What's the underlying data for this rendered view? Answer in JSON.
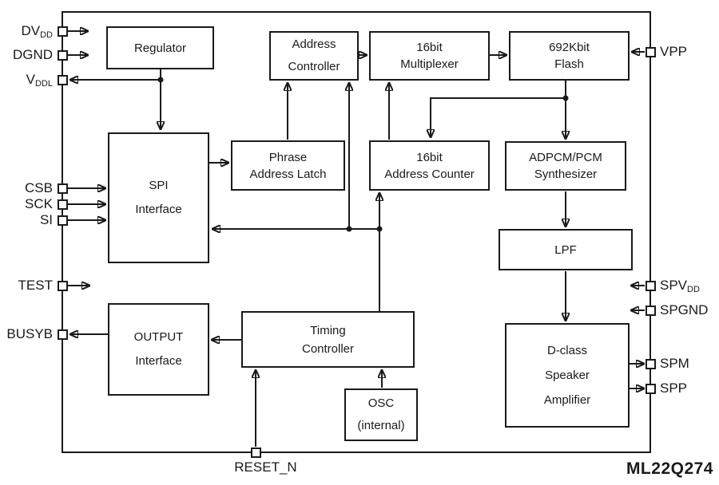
{
  "part_number": "ML22Q274",
  "colors": {
    "ink": "#1a1a1a",
    "background": "#ffffff"
  },
  "blocks": {
    "regulator": [
      "Regulator"
    ],
    "address_controller": [
      "Address",
      "Controller"
    ],
    "multiplexer_16bit": [
      "16bit",
      "Multiplexer"
    ],
    "flash_692kbit": [
      "692Kbit",
      "Flash"
    ],
    "spi_interface": [
      "SPI",
      "Interface"
    ],
    "phrase_address_latch": [
      "Phrase",
      "Address Latch"
    ],
    "address_counter_16bit": [
      "16bit",
      "Address Counter"
    ],
    "adpcm_pcm_synthesizer": [
      "ADPCM/PCM",
      "Synthesizer"
    ],
    "lpf": [
      "LPF"
    ],
    "output_interface": [
      "OUTPUT",
      "Interface"
    ],
    "timing_controller": [
      "Timing",
      "Controller"
    ],
    "osc_internal": [
      "OSC",
      "(internal)"
    ],
    "dclass_speaker_amplifier": [
      "D-class",
      "Speaker",
      "Amplifier"
    ]
  },
  "pins": {
    "dvdd": {
      "main": "DV",
      "sub": "DD"
    },
    "dgnd": {
      "main": "DGND",
      "sub": ""
    },
    "vddl": {
      "main": "V",
      "sub": "DDL"
    },
    "csb": {
      "main": "CSB",
      "sub": ""
    },
    "sck": {
      "main": "SCK",
      "sub": ""
    },
    "si": {
      "main": "SI",
      "sub": ""
    },
    "test": {
      "main": "TEST",
      "sub": ""
    },
    "busyb": {
      "main": "BUSYB",
      "sub": ""
    },
    "vpp": {
      "main": "VPP",
      "sub": ""
    },
    "spvdd": {
      "main": "SPV",
      "sub": "DD"
    },
    "spgnd": {
      "main": "SPGND",
      "sub": ""
    },
    "spm": {
      "main": "SPM",
      "sub": ""
    },
    "spp": {
      "main": "SPP",
      "sub": ""
    },
    "reset_n": {
      "main": "RESET_N",
      "sub": ""
    }
  }
}
